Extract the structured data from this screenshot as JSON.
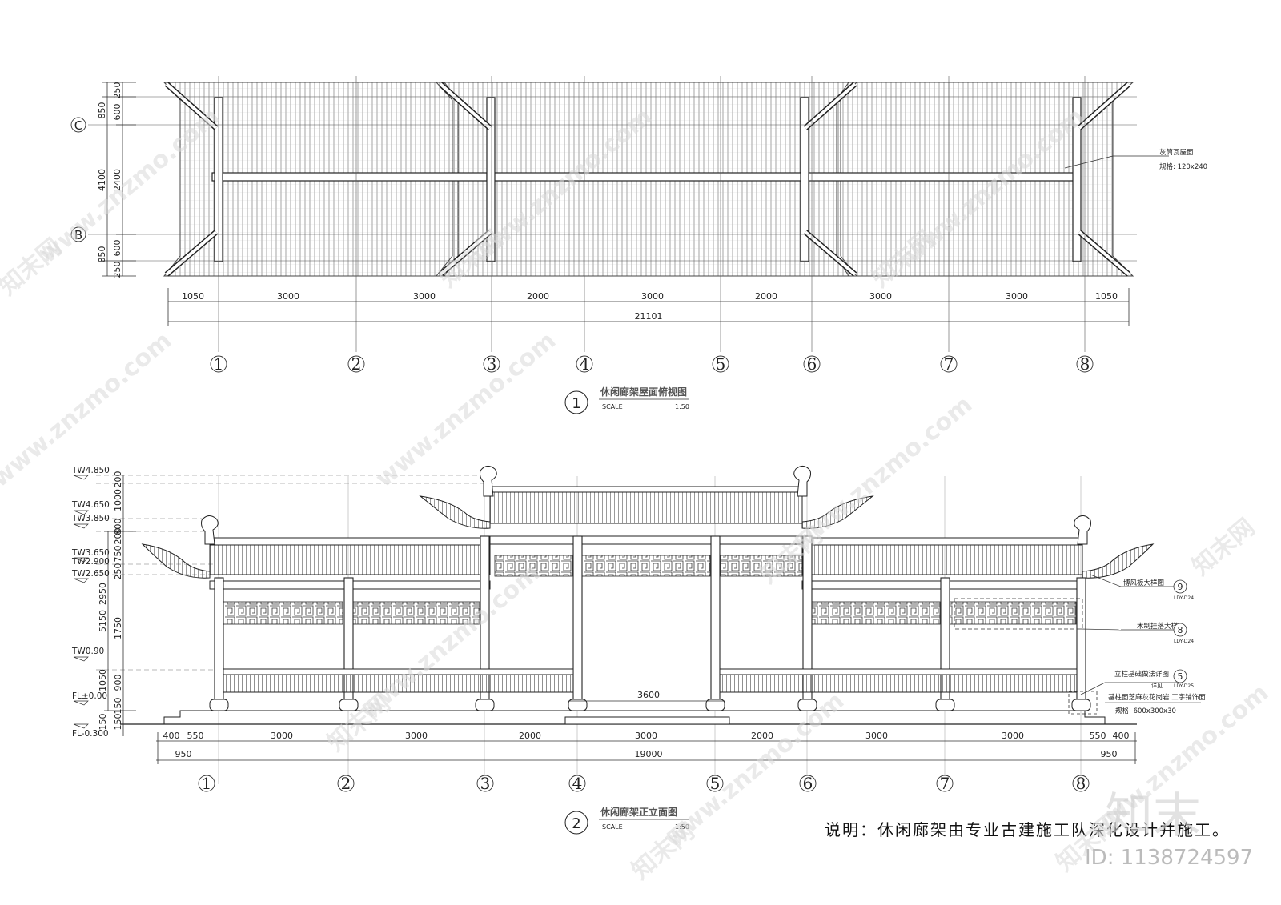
{
  "plan": {
    "title": "休闲廊架屋面俯视图",
    "number": "1",
    "scale_label": "SCALE",
    "scale": "1:50",
    "row_labels": [
      "C",
      "B"
    ],
    "left_dims_outer": [
      "850",
      "4100",
      "850"
    ],
    "left_dims_inner": [
      "250",
      "600",
      "2400",
      "600",
      "250"
    ],
    "bottom_dims": [
      "1050",
      "3000",
      "3000",
      "2000",
      "3000",
      "2000",
      "3000",
      "3000",
      "1050"
    ],
    "total": "21101",
    "material_label": "灰筒瓦屋面",
    "material_spec": "规格: 120x240"
  },
  "elevation": {
    "title": "休闲廊架正立面图",
    "number": "2",
    "scale_label": "SCALE",
    "scale": "1:50",
    "levels": [
      "TW4.850",
      "TW4.650",
      "TW3.850",
      "TW3.650",
      "TW2.900",
      "TW2.650",
      "TW0.90",
      "FL±0.00",
      "FL-0.300"
    ],
    "left_dims_inner": [
      "200",
      "1000",
      "800",
      "200",
      "750",
      "250",
      "2950",
      "1750",
      "1050",
      "900",
      "150",
      "150",
      "150"
    ],
    "left_dim_total": "5150",
    "bottom_dims": [
      "400",
      "550",
      "3000",
      "3000",
      "2000",
      "3000",
      "2000",
      "3000",
      "3000",
      "550",
      "400"
    ],
    "bottom_dims2": [
      "950",
      "19000",
      "950"
    ],
    "opening": "3600",
    "callouts": [
      {
        "text": "博风板大样图",
        "num": "9",
        "ref": "LDY-D24"
      },
      {
        "text": "木制挂落大样",
        "num": "8",
        "ref": "LDY-D24"
      },
      {
        "text": "立柱基础做法详图",
        "num": "5",
        "ref": "LDY-D25"
      }
    ],
    "callout_extra": "详见",
    "paving": "基柱面芝麻灰花岗岩 工字铺饰面",
    "paving_spec": "规格: 600x300x30"
  },
  "axes": [
    "1",
    "2",
    "3",
    "4",
    "5",
    "6",
    "7",
    "8"
  ],
  "note": "说明：休闲廊架由专业古建施工队深化设计并施工。",
  "watermark": {
    "site": "www.znzmo.com",
    "brand": "知末网",
    "brand_big": "知末",
    "id": "ID: 1138724597"
  }
}
